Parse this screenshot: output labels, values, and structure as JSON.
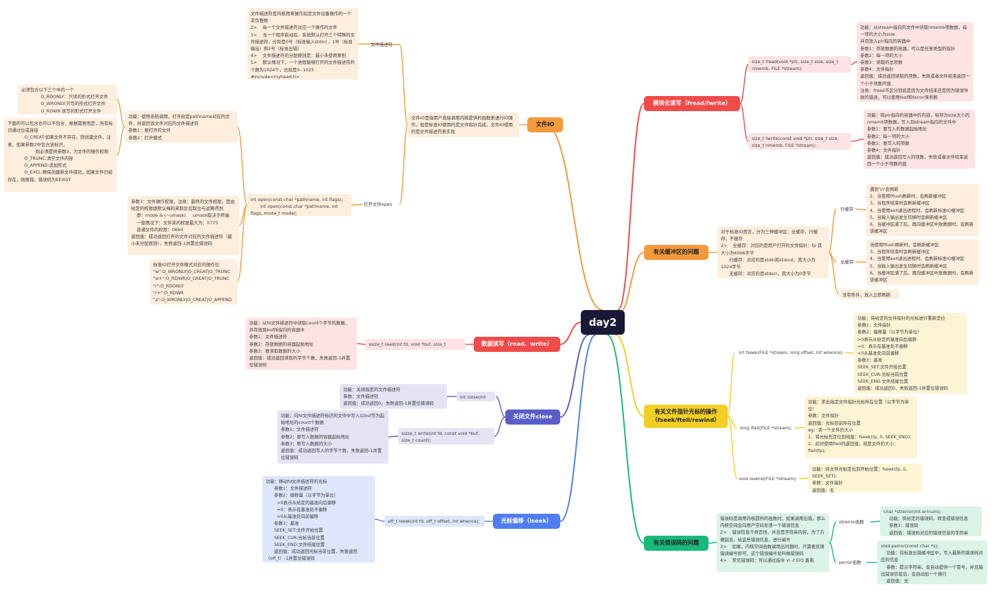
{
  "root": "day2",
  "branches": {
    "file_io": {
      "title": "文件IO",
      "note": "文件IO是指用户直接调用内核提供的函数来进行IO操作，但是标准IO使用的是文件指针完成，文件IO使用的是文件描述符来实现",
      "fd": {
        "label": "文件描述符",
        "note": "文件描述符是内核用来操作指定文件设备操作的一个非负整数\n2>    每一个文件描述符对应一个操作的文件\n3>    当一个程序启动后，系统默认打开三个特殊的文件描述符，分别是0号（标准输入stdin），1号（标准输出）和2号（标准出错）\n4>    文件描述符的分配原则是：最小未使用原则\n5>    默认情况下，一个进程能够打开的文件描述符的个数为1024个，也就是0--1025\n#include<myhead.h>"
      },
      "open": {
        "label": "打开文件open",
        "signature": "int open(const char *pathname, int flags);\n       int open(const char *pathname, int flags, mode_t mode);",
        "note_func": "功能：使用系统调用，打开给定pathname对应的文件，并返回该文件对应的文件描述符\n参数1：要打开的文件\n参数2：打开模式",
        "note_flags_required": "必须包含以下三个中的一个\n              O_RDONLY：只读的形式打开文件\n              O_WRONLY:只写的形式打开文件\n              O_RDWR:读写的形式打开文件",
        "note_flags_optional": "下面的可以包含也可以不包含，根据需要而定，所有标识通过位或连接\n            O_CREAT:如果文件不存在，则创建文件，注意，如果参数2中包含该标识，\n                    则必须提供参数3，为文件的操作权限\n            O_TRUNC:清空文件内容\n            O_APPEND:追加形式\n            O_EXCL:确保创建新文件成功，如果文件已经存在，则报错，错误码为EEXIST",
        "note_mode": "参数3：文件操作权限，注意：最终的文件权限，是由给定的权限跟默认掩码来取反后取位与运算得到\n    即：mode & (~umask)     umask取决于终端\n    一般情况下：文件夹的权限最大为：0775\n    普通文件的权限：0664\n返回值：成功返回打开的文件对应的文件描述符（最小未分配原则），失败返回-1并置位错误码",
        "note_stdio_map": "标准IO打开文件模式对应的操作位\n\"w\":O_WRONLY|O_CREAT|O_TRUNC\n\"w+\":O_RDWR|O_CREAT|O_TRUNC\n\"r\":O_RDONLY\n\"r+\":O_RDWR\n\"a\":O_WRONLY|O_CREAT|O_APPEND\n\"a+\":O_RDWR|O_CREAT|O_APPEND"
      }
    },
    "read_write": {
      "title": "数据读写（read、write）",
      "signature": "ssize_t read(int fd, void *buf, size_t count);",
      "note": "功能：从fd文件描述符中读取count个字节的数据，并存放到buf所指向的容器中\n参数1：文件描述符\n参数2：存放数据的容器起始地址\n参数3：要读取数据的大小\n返回值：成功返回读取的字节个数，失败返回-1并置位错误码"
    },
    "close": {
      "title": "关闭文件close",
      "close_sig": "int close(int fd);",
      "close_note": "功能：关闭指定的文件描述符\n参数：文件描述符\n返回值：成功返回0，失败返回-1并置位错误码",
      "write_sig": "ssize_t write(int fd, const void *buf, size_t count);",
      "write_note": "功能：向fd文件描述符标识的文件中写入以buf作为起始地址的count个数据\n参数1：文件描述符\n参数2：要写入数据的容器起始地址\n参数3：要写入数据的大小\n返回值：成功返回写入的字节个数，失败返回-1并置位错误码"
    },
    "lseek": {
      "title": "光标偏移（lseek）",
      "signature": "off_t lseek(int fd, off_t offset, int whence);",
      "note": "功能：移动fd文件描述符的光标\n      参数1：文件描述符\n      参数2：偏移量（以字节为单位）\n        >0表示从给定的基准向后偏移\n        =0：表示在基准处不偏移\n        <0从基准处向前偏移\n      参数3：基准\n      SEEK_SET:文件开始位置\n      SEEK_CUR:光标当前位置\n      SEEK_END:文件结尾位置\n      返回值：成功返回光标当前位置，失败返回（off_t）-1并置位错误码"
    },
    "fread_fwrite": {
      "title": "模块化读写（fread/fwrite）",
      "fread_sig": "size_t fread(void *ptr, size_t size, size_t nmemb, FILE *stream);",
      "fread_note": "功能：从stream指向的文件中读取nmemb项数据，每一项的大小为size\n并且放入ptr指向的容器中\n参数1：存放数据的容器，可以是任意类型的指针\n参数2：每一项的大小\n参数3：读取的总项数\n参数4：文件指针\n返回值：成功返回读取的项数，失败或者文件结束返回一个小于项数的值\n注意：fread不区分到底是因为文件结束还是因为错误导致的错误，可以使用feof和ferror来判断",
      "fwrite_sig": "size_t fwrite(const void *ptr, size_t size, size_t nmemb, FILE *stream);",
      "fwrite_note": "功能：将ptr指向的容器中的内容，每项为size大小的nmemb项数据，写入到stream指向的文件中\n参数1：要写入的数据起始地址\n参数2：每一项的大小\n参数3：要写入的项数\n参数4：文件指针\n返回值：成功返回写入的项数，失败或者文件结束返回一个小于项数的值"
    },
    "buffer": {
      "title": "有关缓冲区的问题",
      "note": "对于标准IO而言，分为三种缓冲区：全缓存，行缓存，不缓存\n2>    全缓存：对应的是用户打开的文件指针：fp 其大小为4096字节\n      行缓存：对应的是stdin和stdout，其大小为1024字节\n      无缓存：对应的是stderr，其大小为0字节",
      "line": {
        "label": "行缓存",
        "note": "遇到'\\n'会刷新\n2、当使用fflush刷新时，会刷新缓冲区\n3、当程序结束时会刷新缓冲区\n4、当使用exit退出进程时，会刷新标准IO缓冲区\n5、当输入输出发生切换时会刷新缓冲区\n6、当缓冲区满了后，再向缓冲区中放数据时，会刷新该缓冲区"
      },
      "full": {
        "label": "全缓存",
        "note": "当使用fflush刷新时，会刷新缓冲区\n3、当程序结束时会刷新缓冲区\n4、当使用exit退出进程时，会刷新标准IO缓冲区\n5、当输入输出发生切换时会刷新缓冲区\n6、当缓冲区满了后，再向缓冲区中放数据时，会刷新该缓冲区"
      },
      "none": {
        "label": "没有条件，放入立即刷新"
      }
    },
    "fseek": {
      "title": "有关文件指针光标的操作（fseek/ftell/rewind）",
      "fseek_sig": "int fseek(FILE *stream, long offset, int whence);",
      "fseek_note": "功能：将给定的文件指针的光标进行重新定位\n参数1：文件指针\n参数2：偏移量（以字节为单位）\n>0表示从给定的基准向后偏移\n=0：表示在基准处不偏移\n<0从基准处向前偏移\n参数3：基准\nSEEK_SET:文件开始位置\nSEEK_CUR:光标当前位置\nSEEK_END:文件结尾位置\n返回值：成功返回0，失败返回-1并置位错误码",
      "ftell_sig": "long ftell(FILE *stream);",
      "ftell_note": "功能：求出指定文件指针光标所在位置（以字节为单位）\n参数：文件指针\n返回值：光标目前所在位置\neg：求一个文件的大小\n1、将光标先定位到结尾：fseek(fp, 0, SEEK_END);\n2、此时使用ftell的返回值，就是文件的大小：ftell(fp);",
      "rewind_sig": "void rewind(FILE *stream);",
      "rewind_note": "功能：将文件光标定位到开始位置：fseek(fp, 0, SEEK_SET);\n参数：文件指针\n返回值：无"
    },
    "errno": {
      "title": "有关错误码的问题",
      "note": "错误码是调用内核提供的函数时，如果调用出错，那么内核空间会向用户空间反馈一个错误信息\n2>    错误信息千奇百怪，并且是字符串内容，为了方便起见，给这些错误信息，进行编号\n3>    如果，内核空间函数调用出问题时，只需要反馈错误编号即可，这个错误编号就叫做错误码\n4>    常见错误码：可以通过指令 vi -t EIO 查看",
      "strerror": {
        "label": "strerror函数",
        "note": "char *strerror(int errnum);\n    功能：将给定的错误码，转变成错误信息\n    参数1：错误码\n    返回值：错误码对应的错误信息的字符串"
      },
      "perror": {
        "label": "perror函数",
        "note": "void perror(const char *s);\n    功能：向标准出错缓冲区中，写入最新的错误码对应的信息\n    参数：提示字符串，会自动提供一个冒号，并且输出错误信息后，会自动加一个换行\n    返回值：无"
      }
    }
  },
  "colors": {
    "root_bg": "#171936",
    "orange": "#f59a3c",
    "red": "#f04a4a",
    "purple": "#5a5fc8",
    "blue": "#4f7ef0",
    "yellow": "#f2cf22",
    "green": "#19b97a"
  }
}
